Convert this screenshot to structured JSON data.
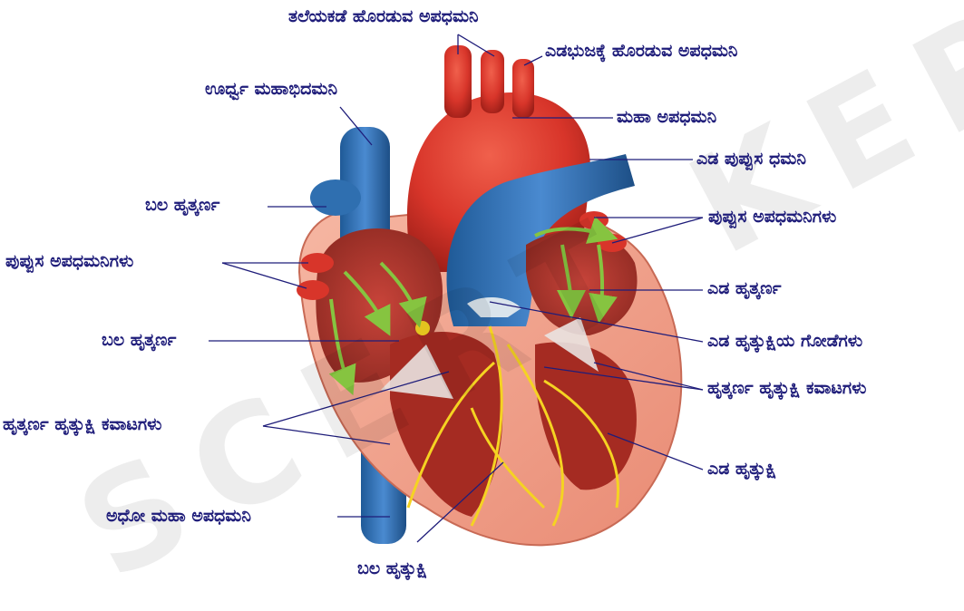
{
  "labels": {
    "head_arteries": "ತಲೆಯಕಡೆ ಹೊರಡುವ ಅಪಧಮನಿ",
    "left_arm_artery": "ಎಡಭುಜಕ್ಕೆ ಹೊರಡುವ ಅಪಧಮನಿ",
    "superior_vena_cava": "ಊರ್ಧ್ವ ಮಹಾಭಿದಮನಿ",
    "aorta": "ಮಹಾ ಅಪಧಮನಿ",
    "left_pulmonary_artery": "ಎಡ ಪುಪ್ಪುಸ ಧಮನಿ",
    "right_auricle_top": "ಬಲ ಹೃತ್ಕರ್ಣ",
    "pulmonary_veins_right": "ಪುಪ್ಪುಸ ಅಪಧಮನಿಗಳು",
    "pulmonary_veins_left": "ಪುಪ್ಪುಸ ಅಪಧಮನಿಗಳು",
    "left_atrium": "ಎಡ ಹೃತ್ಕರ್ಣ",
    "right_atrium": "ಬಲ ಹೃತ್ಕರ್ಣ",
    "semilunar_valves": "ಎಡ ಹೃತ್ಕುಕ್ಷಿಯ ಗೋಡೆಗಳು",
    "av_valves_left": "ಹೃತ್ಕರ್ಣ ಹೃತ್ಕುಕ್ಷಿ ಕವಾಟಗಳು",
    "av_valves_right": "ಹೃತ್ಕರ್ಣ ಹೃತ್ಕುಕ್ಷಿ ಕವಾಟಗಳು",
    "left_ventricle": "ಎಡ ಹೃತ್ಕುಕ್ಷಿ",
    "inferior_vena_cava": "ಅಧೋ ಮಹಾ ಅಪಧಮನಿ",
    "right_ventricle": "ಬಲ ಹೃತ್ಕುಕ್ಷಿ"
  },
  "watermark": "SCERT KERALA",
  "colors": {
    "label_text": "#1f1d7a",
    "leader_line": "#1f1d7a",
    "vein_blue": "#2f6fb0",
    "artery_red": "#d8352a",
    "muscle_pink": "#f0a08a",
    "nerve_yellow": "#f5d322",
    "flow_arrow_green": "#86c440"
  }
}
